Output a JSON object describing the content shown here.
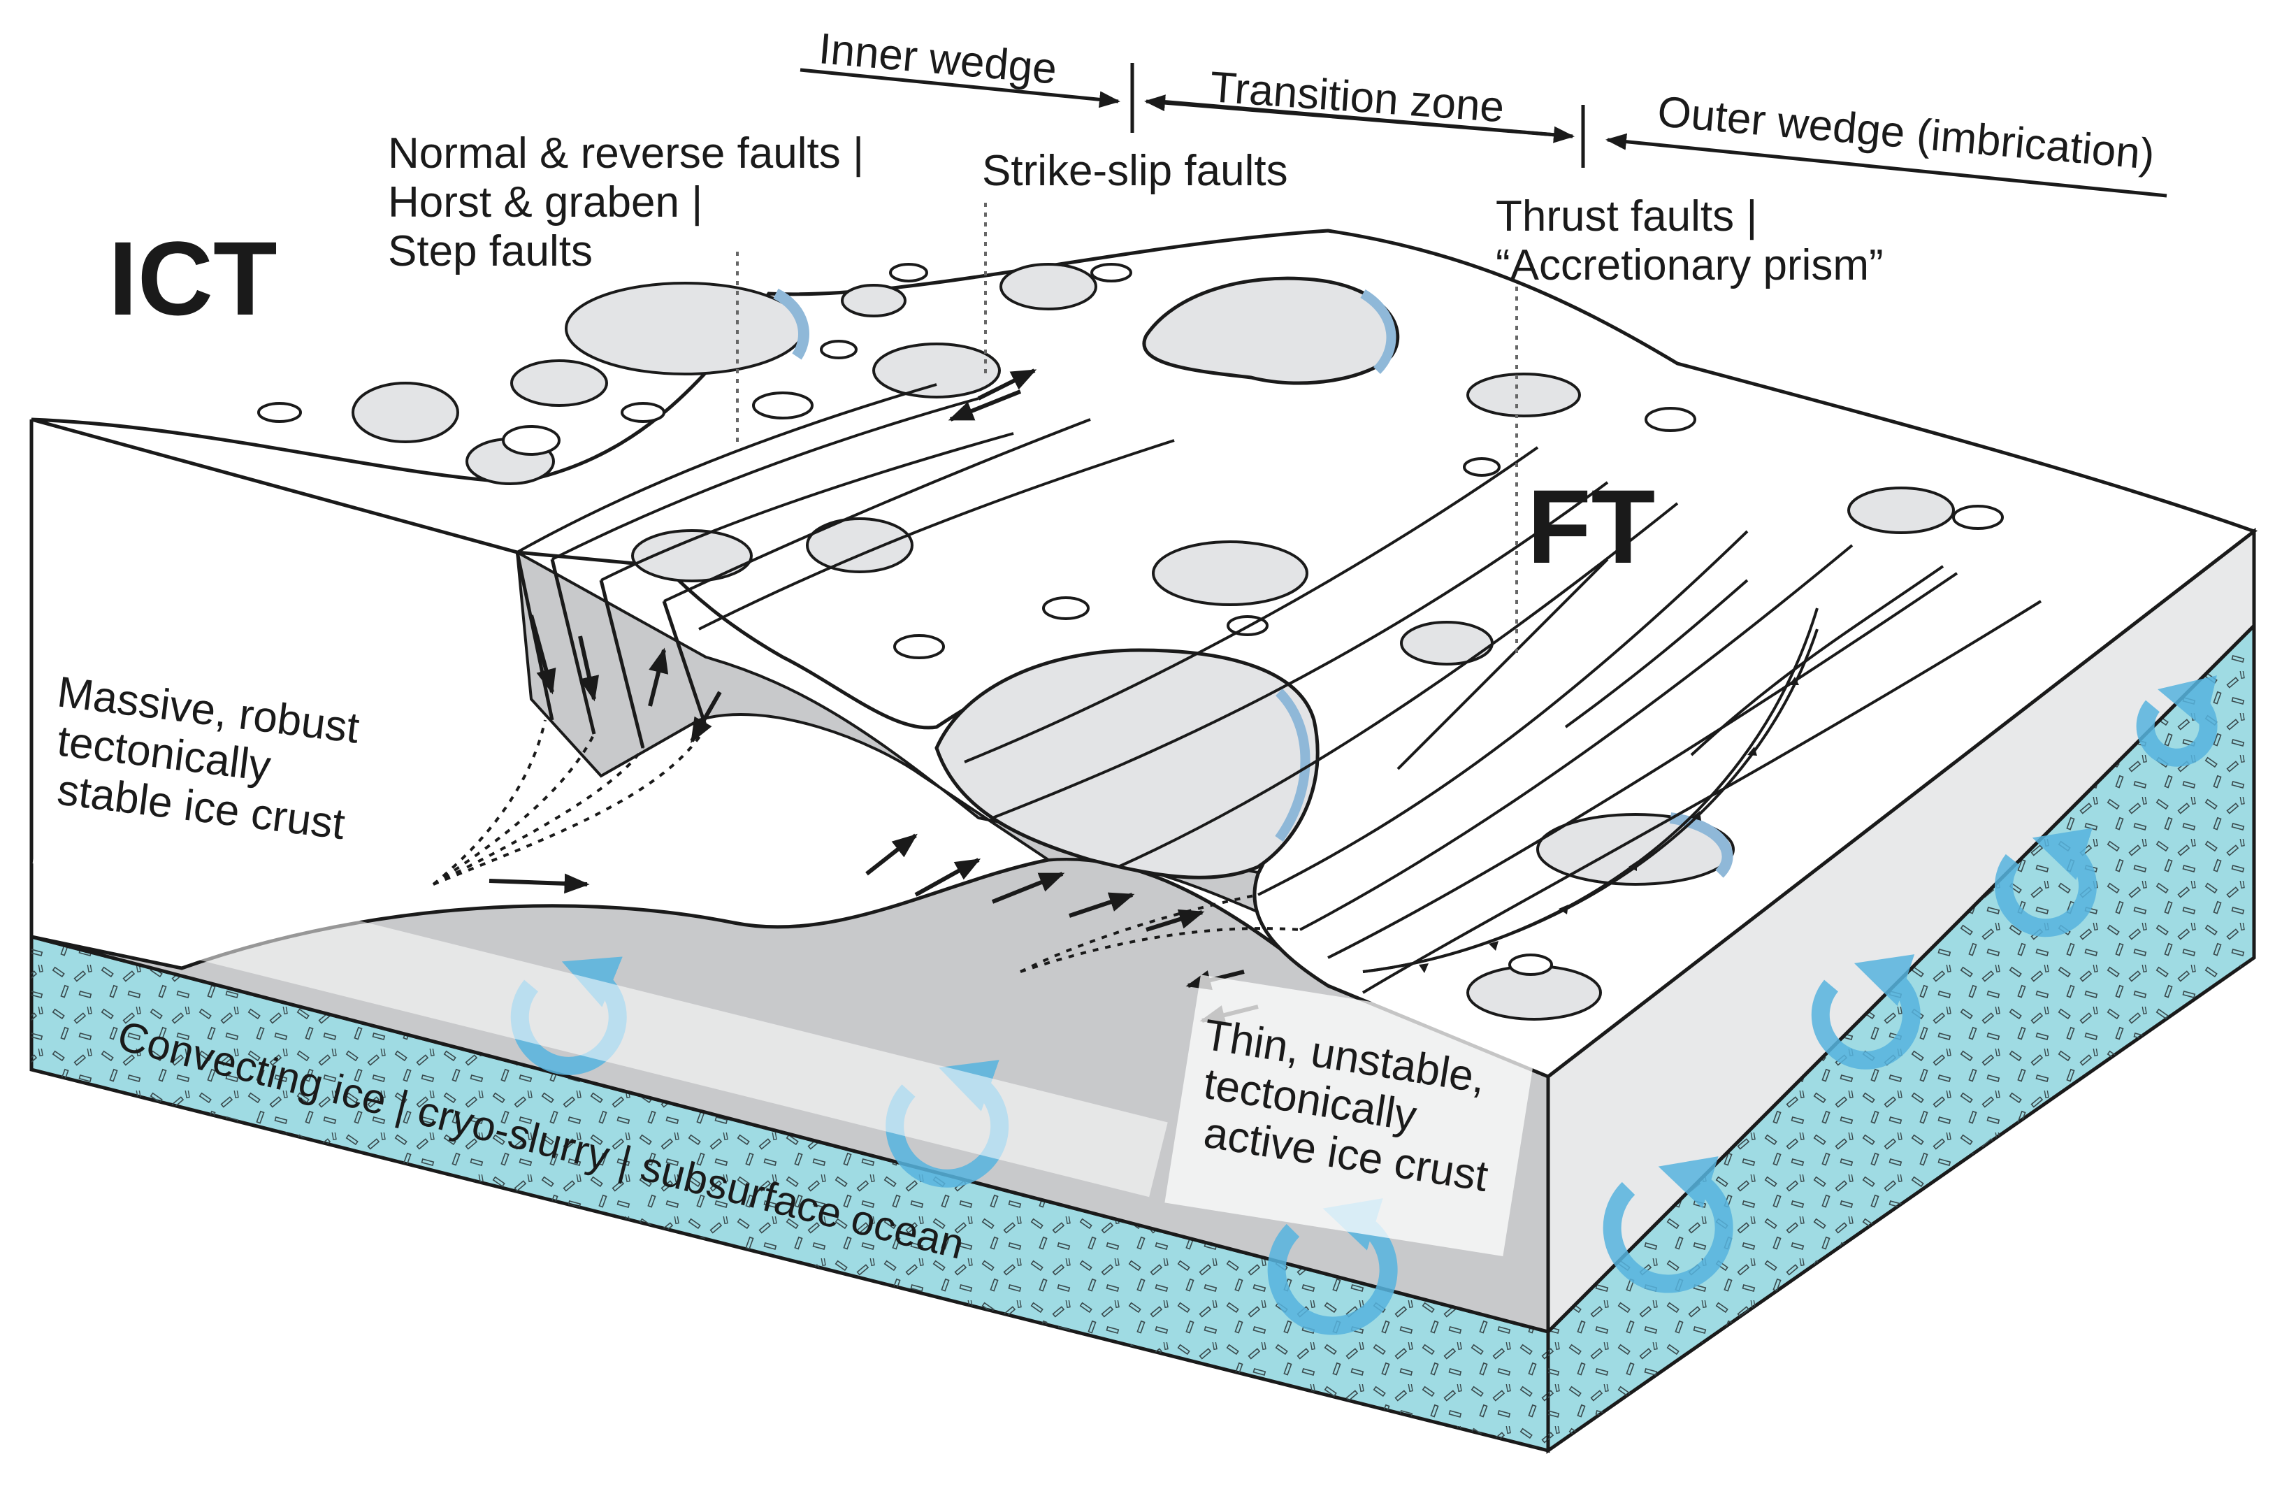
{
  "labels": {
    "ict": "ICT",
    "ft": "FT",
    "inner_wedge": "Inner wedge",
    "transition_zone": "Transition zone",
    "outer_wedge": "Outer wedge (imbrication)",
    "normal_faults_line1": "Normal & reverse faults |",
    "normal_faults_line2": "Horst & graben |",
    "normal_faults_line3": "Step faults",
    "strike_slip": "Strike-slip faults",
    "thrust_line1": "Thrust faults |",
    "thrust_line2": "“Accretionary prism”",
    "massive_line1": "Massive, robust",
    "massive_line2": "tectonically",
    "massive_line3": "stable ice crust",
    "thin_line1": "Thin, unstable,",
    "thin_line2": "tectonically",
    "thin_line3": "active ice crust",
    "ocean": "Convecting ice | cryo-slurry | subsurface ocean"
  },
  "colors": {
    "ocean": "#9fdbe3",
    "crust_side": "#c8c9cb",
    "surface": "#ffffff",
    "crater_fill": "#e3e4e6",
    "crater_rim": "#8fb8d8",
    "convection_arrow": "#57b4df",
    "outline": "#1a1a1a"
  }
}
